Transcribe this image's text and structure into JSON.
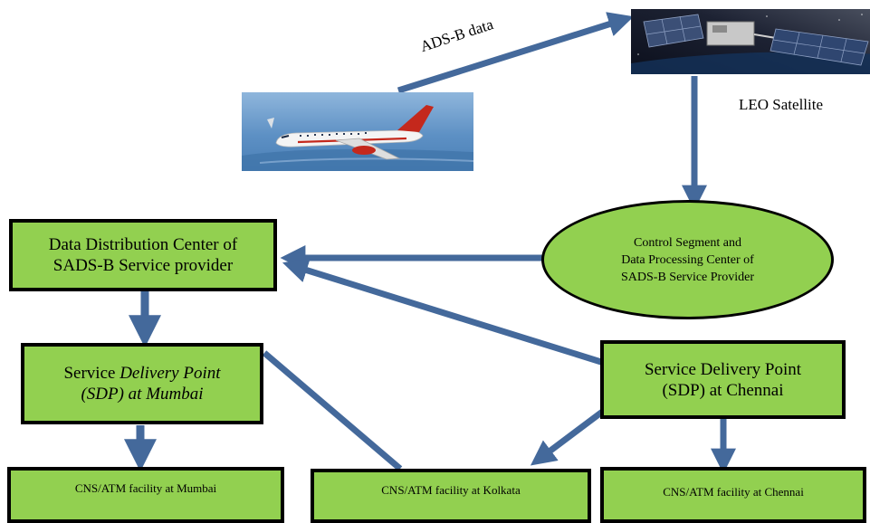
{
  "labels": {
    "adsb_data": "ADS-B data",
    "leo_satellite": "LEO Satellite"
  },
  "nodes": {
    "data_distribution": {
      "line1": "Data Distribution Center of",
      "line2": "SADS-B Service provider"
    },
    "control_segment": {
      "line1": "Control Segment and",
      "line2": "Data Processing Center of",
      "line3": "SADS-B Service Provider"
    },
    "sdp_mumbai": {
      "line1_a": "Service ",
      "line1_b": "Delivery Point",
      "line2": "(SDP) at Mumbai"
    },
    "sdp_chennai": {
      "line1": "Service Delivery Point",
      "line2": "(SDP) at Chennai"
    },
    "cns_mumbai": {
      "text": "CNS/ATM facility at Mumbai"
    },
    "cns_kolkata": {
      "text": "CNS/ATM facility at Kolkata"
    },
    "cns_chennai": {
      "text": "CNS/ATM facility at Chennai"
    }
  },
  "images": {
    "aircraft": "aircraft-photo",
    "satellite": "satellite-photo"
  },
  "colors": {
    "box_fill": "#92d050",
    "box_border": "#000000",
    "connector": "#44699b"
  }
}
